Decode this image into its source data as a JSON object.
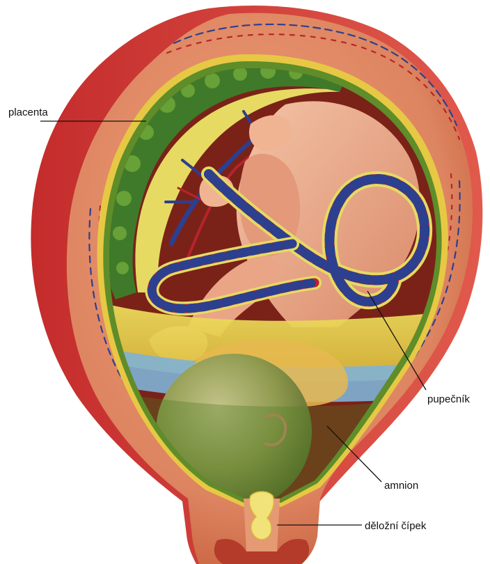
{
  "labels": {
    "placenta": "placenta",
    "umbilical_cord": "pupečník",
    "amnion": "amnion",
    "cervix": "děložní čípek"
  },
  "colors": {
    "uterus_outer": "#d4483f",
    "uterus_wall": "#e08a63",
    "placenta_green": "#3f7a2a",
    "amniotic_yellow": "#e7d64a",
    "amniotic_blue": "#7fb3d6",
    "amnion_green": "#6f9a2d",
    "fetus_skin": "#e9a889",
    "cord_red": "#b8232c",
    "cord_blue": "#2d3f8f",
    "cavity_dark": "#7a2218",
    "mucus_plug": "#f2e27a",
    "label_text": "#111111"
  }
}
